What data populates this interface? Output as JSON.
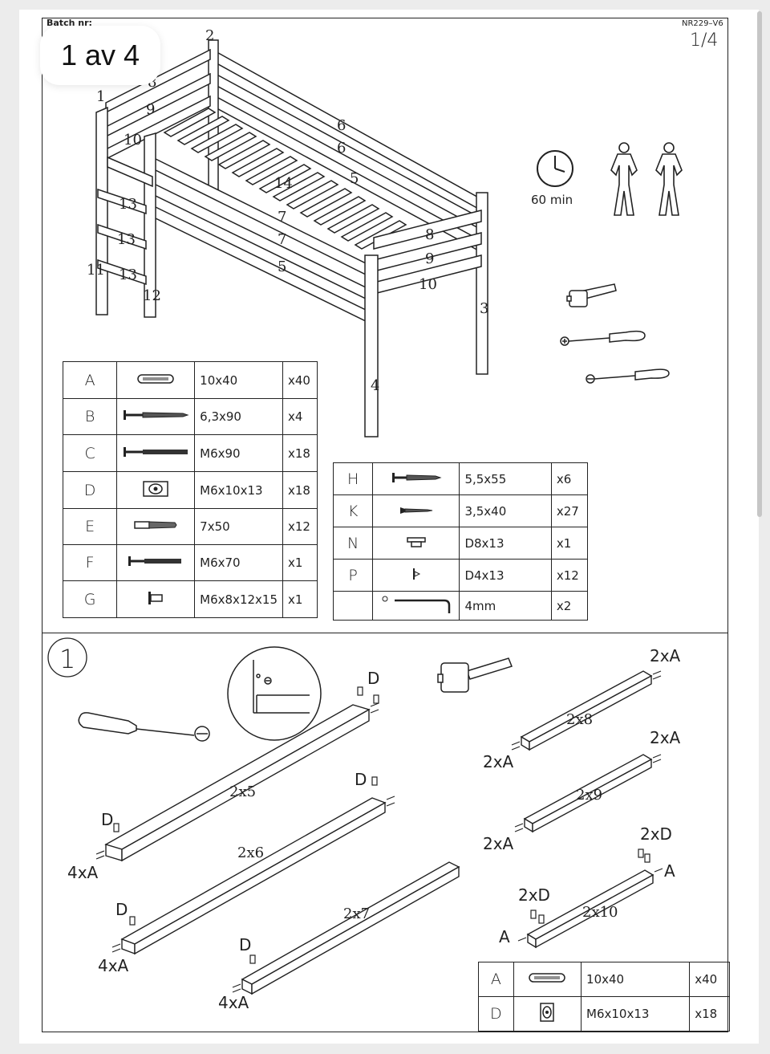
{
  "header": {
    "batch": "Batch nr:",
    "code": "NR229–V6",
    "page": "1/4"
  },
  "badge": "1 av 4",
  "time": "60 min",
  "bed_labels": [
    "1",
    "2",
    "8",
    "9",
    "10",
    "6",
    "6",
    "14",
    "5",
    "13",
    "13",
    "13",
    "11",
    "12",
    "7",
    "7",
    "5",
    "8",
    "9",
    "10",
    "3",
    "4"
  ],
  "parts_left": [
    {
      "letter": "A",
      "icon": "dowel-icon",
      "size": "10x40",
      "qty": "x40"
    },
    {
      "letter": "B",
      "icon": "wood-screw-icon",
      "size": "6,3x90",
      "qty": "x4"
    },
    {
      "letter": "C",
      "icon": "bolt-icon",
      "size": "M6x90",
      "qty": "x18"
    },
    {
      "letter": "D",
      "icon": "barrel-nut-icon",
      "size": "M6x10x13",
      "qty": "x18"
    },
    {
      "letter": "E",
      "icon": "insert-nut-icon",
      "size": "7x50",
      "qty": "x12"
    },
    {
      "letter": "F",
      "icon": "bolt-icon",
      "size": "M6x70",
      "qty": "x1"
    },
    {
      "letter": "G",
      "icon": "connector-icon",
      "size": "M6x8x12x15",
      "qty": "x1"
    }
  ],
  "parts_right": [
    {
      "letter": "H",
      "icon": "wood-screw-icon",
      "size": "5,5x55",
      "qty": "x6"
    },
    {
      "letter": "K",
      "icon": "wood-screw-icon",
      "size": "3,5x40",
      "qty": "x27"
    },
    {
      "letter": "N",
      "icon": "cap-icon",
      "size": "D8x13",
      "qty": "x1"
    },
    {
      "letter": "P",
      "icon": "pin-icon",
      "size": "D4x13",
      "qty": "x12"
    },
    {
      "letter": "",
      "icon": "allen-key-icon",
      "size": "4mm",
      "qty": "x2"
    }
  ],
  "step": {
    "number": "1",
    "labels": {
      "d1": "D",
      "d2": "D",
      "d3": "D",
      "d4": "D",
      "d5": "D",
      "b5": "2x5",
      "b6": "2x6",
      "b7": "2x7",
      "b8": "2x8",
      "b9": "2x9",
      "b10": "2x10",
      "a4_1": "4xA",
      "a4_2": "4xA",
      "a4_3": "4xA",
      "a2_1": "2xA",
      "a2_2": "2xA",
      "a2_3": "2xA",
      "a2_4": "2xA",
      "d2_1": "2xD",
      "d2_2": "2xD",
      "a_1": "A",
      "a_2": "A"
    },
    "parts": [
      {
        "letter": "A",
        "icon": "dowel-icon",
        "size": "10x40",
        "qty": "x40"
      },
      {
        "letter": "D",
        "icon": "barrel-nut-icon",
        "size": "M6x10x13",
        "qty": "x18"
      }
    ]
  }
}
